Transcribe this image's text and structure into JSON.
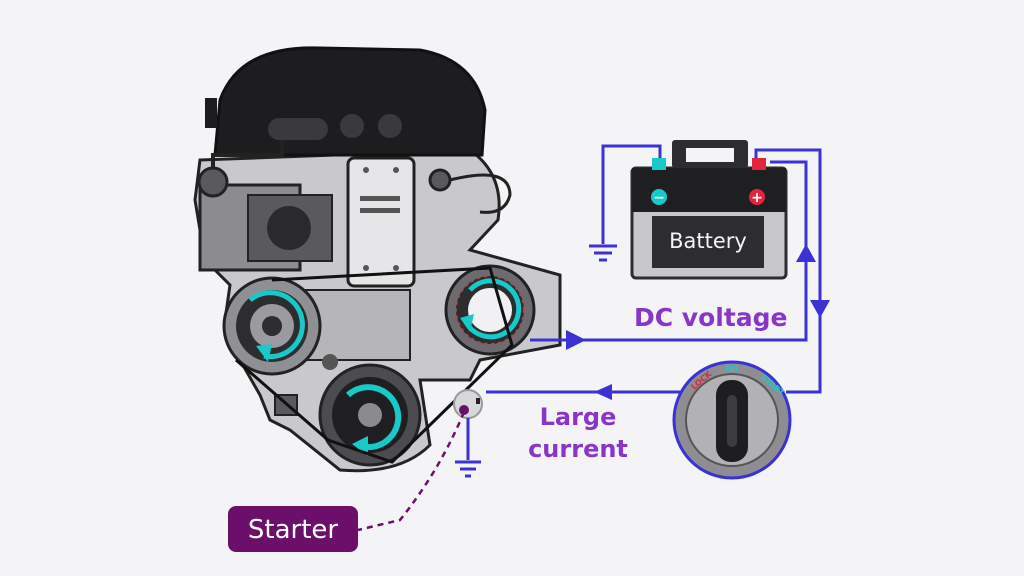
{
  "battery": {
    "label": "Battery",
    "minus_symbol": "−",
    "plus_symbol": "+"
  },
  "labels": {
    "dc_voltage": "DC voltage",
    "large_current_line1": "Large",
    "large_current_line2": "current",
    "starter": "Starter"
  },
  "ignition": {
    "lock": "LOCK",
    "on": "ON",
    "start": "START"
  },
  "colors": {
    "wire": "#3a32d4",
    "accent_purple": "#8a35c9",
    "starter_badge": "#6b0f6b",
    "arrow_cyan": "#17c9c9",
    "engine_dark": "#1c1c1e",
    "engine_light": "#c7c7cb",
    "engine_mid": "#9a9a9f"
  }
}
